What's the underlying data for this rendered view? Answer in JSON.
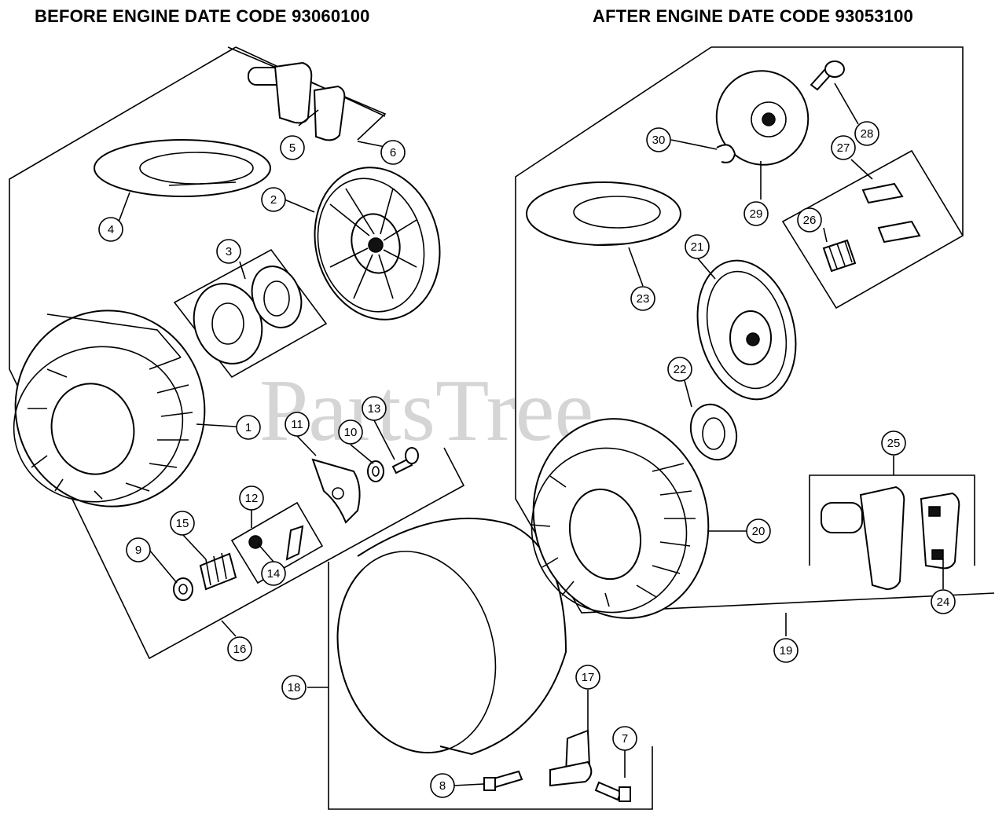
{
  "headers": {
    "left": "BEFORE ENGINE DATE CODE 93060100",
    "right": "AFTER ENGINE DATE CODE 93053100"
  },
  "watermark": "PartsTree",
  "callouts": [
    {
      "id": "c1",
      "label": "1"
    },
    {
      "id": "c2",
      "label": "2"
    },
    {
      "id": "c3",
      "label": "3"
    },
    {
      "id": "c4",
      "label": "4"
    },
    {
      "id": "c5",
      "label": "5"
    },
    {
      "id": "c6",
      "label": "6"
    },
    {
      "id": "c7",
      "label": "7"
    },
    {
      "id": "c8",
      "label": "8"
    },
    {
      "id": "c9",
      "label": "9"
    },
    {
      "id": "c10",
      "label": "10"
    },
    {
      "id": "c11",
      "label": "11"
    },
    {
      "id": "c12",
      "label": "12"
    },
    {
      "id": "c13",
      "label": "13"
    },
    {
      "id": "c14",
      "label": "14"
    },
    {
      "id": "c15",
      "label": "15"
    },
    {
      "id": "c16",
      "label": "16"
    },
    {
      "id": "c17",
      "label": "17"
    },
    {
      "id": "c18",
      "label": "18"
    },
    {
      "id": "c19",
      "label": "19"
    },
    {
      "id": "c20",
      "label": "20"
    },
    {
      "id": "c21",
      "label": "21"
    },
    {
      "id": "c22",
      "label": "22"
    },
    {
      "id": "c23",
      "label": "23"
    },
    {
      "id": "c24",
      "label": "24"
    },
    {
      "id": "c25",
      "label": "25"
    },
    {
      "id": "c26",
      "label": "26"
    },
    {
      "id": "c27",
      "label": "27"
    },
    {
      "id": "c28",
      "label": "28"
    },
    {
      "id": "c29",
      "label": "29"
    },
    {
      "id": "c30",
      "label": "30"
    }
  ]
}
